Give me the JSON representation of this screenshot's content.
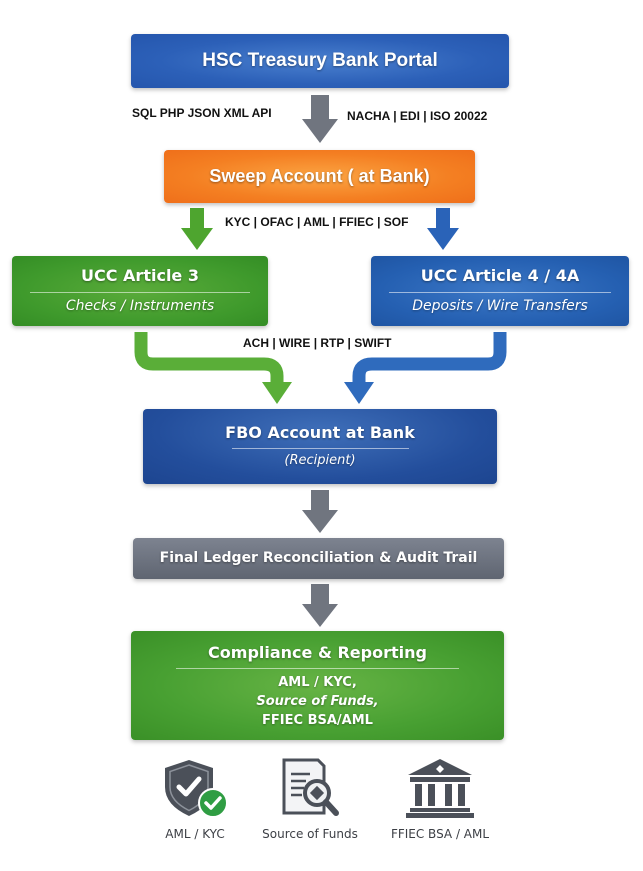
{
  "diagram": {
    "portal": {
      "title": "HSC Treasury Bank Portal"
    },
    "portal_to_sweep": {
      "left_label": "SQL PHP JSON XML API",
      "right_label": "NACHA | EDI | ISO 20022"
    },
    "sweep": {
      "title": "Sweep Account ( at Bank)"
    },
    "sweep_split_label": "KYC | OFAC | AML | FFIEC | SOF",
    "ucc3": {
      "title": "UCC Article 3",
      "subtitle": "Checks / Instruments"
    },
    "ucc4": {
      "title": "UCC Article 4 / 4A",
      "subtitle": "Deposits / Wire Transfers"
    },
    "rails_label": "ACH | WIRE | RTP | SWIFT",
    "fbo": {
      "title": "FBO Account at Bank",
      "subtitle": "(Recipient)"
    },
    "ledger": {
      "title": "Final Ledger Reconciliation & Audit Trail"
    },
    "compliance": {
      "title": "Compliance & Reporting",
      "lines": [
        "AML / KYC,",
        "Source of Funds,",
        "FFIEC BSA/AML"
      ]
    },
    "icons": [
      {
        "icon": "shield-check-icon",
        "label": "AML / KYC"
      },
      {
        "icon": "document-search-icon",
        "label": "Source of Funds"
      },
      {
        "icon": "bank-building-icon",
        "label": "FFIEC BSA / AML"
      }
    ],
    "colors": {
      "blue": "#2c60b8",
      "orange": "#f47f22",
      "green": "#48a032",
      "gray": "#6b717d",
      "arrow_green": "#4ea52f",
      "arrow_blue": "#2a63b8",
      "arrow_gray": "#70757f"
    }
  }
}
